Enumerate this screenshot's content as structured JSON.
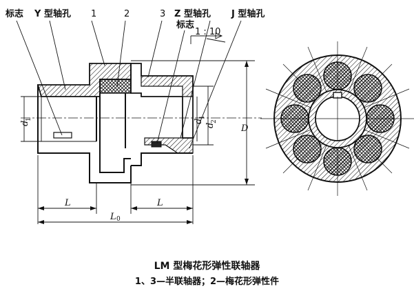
{
  "title": "LM 型梅花形弹性联轴器",
  "subtitle": "1、3—半联轴器；2—梅花形弹性件",
  "labels": {
    "mark_left": "标志",
    "y_bore": "Y 型轴孔",
    "part_1": "1",
    "part_2": "2",
    "part_3": "3",
    "z_bore": "Z 型轴孔",
    "j_bore": "J 型轴孔",
    "mark_right": "标志",
    "taper": "1 : 10"
  },
  "dimensions": {
    "d1": "d",
    "d1_sub": "1",
    "d": "d",
    "d_sub": "1",
    "d2": "d",
    "d2_sub": "2",
    "D": "D",
    "L_left": "L",
    "L_right": "L",
    "L0": "L",
    "L0_sub": "0"
  }
}
